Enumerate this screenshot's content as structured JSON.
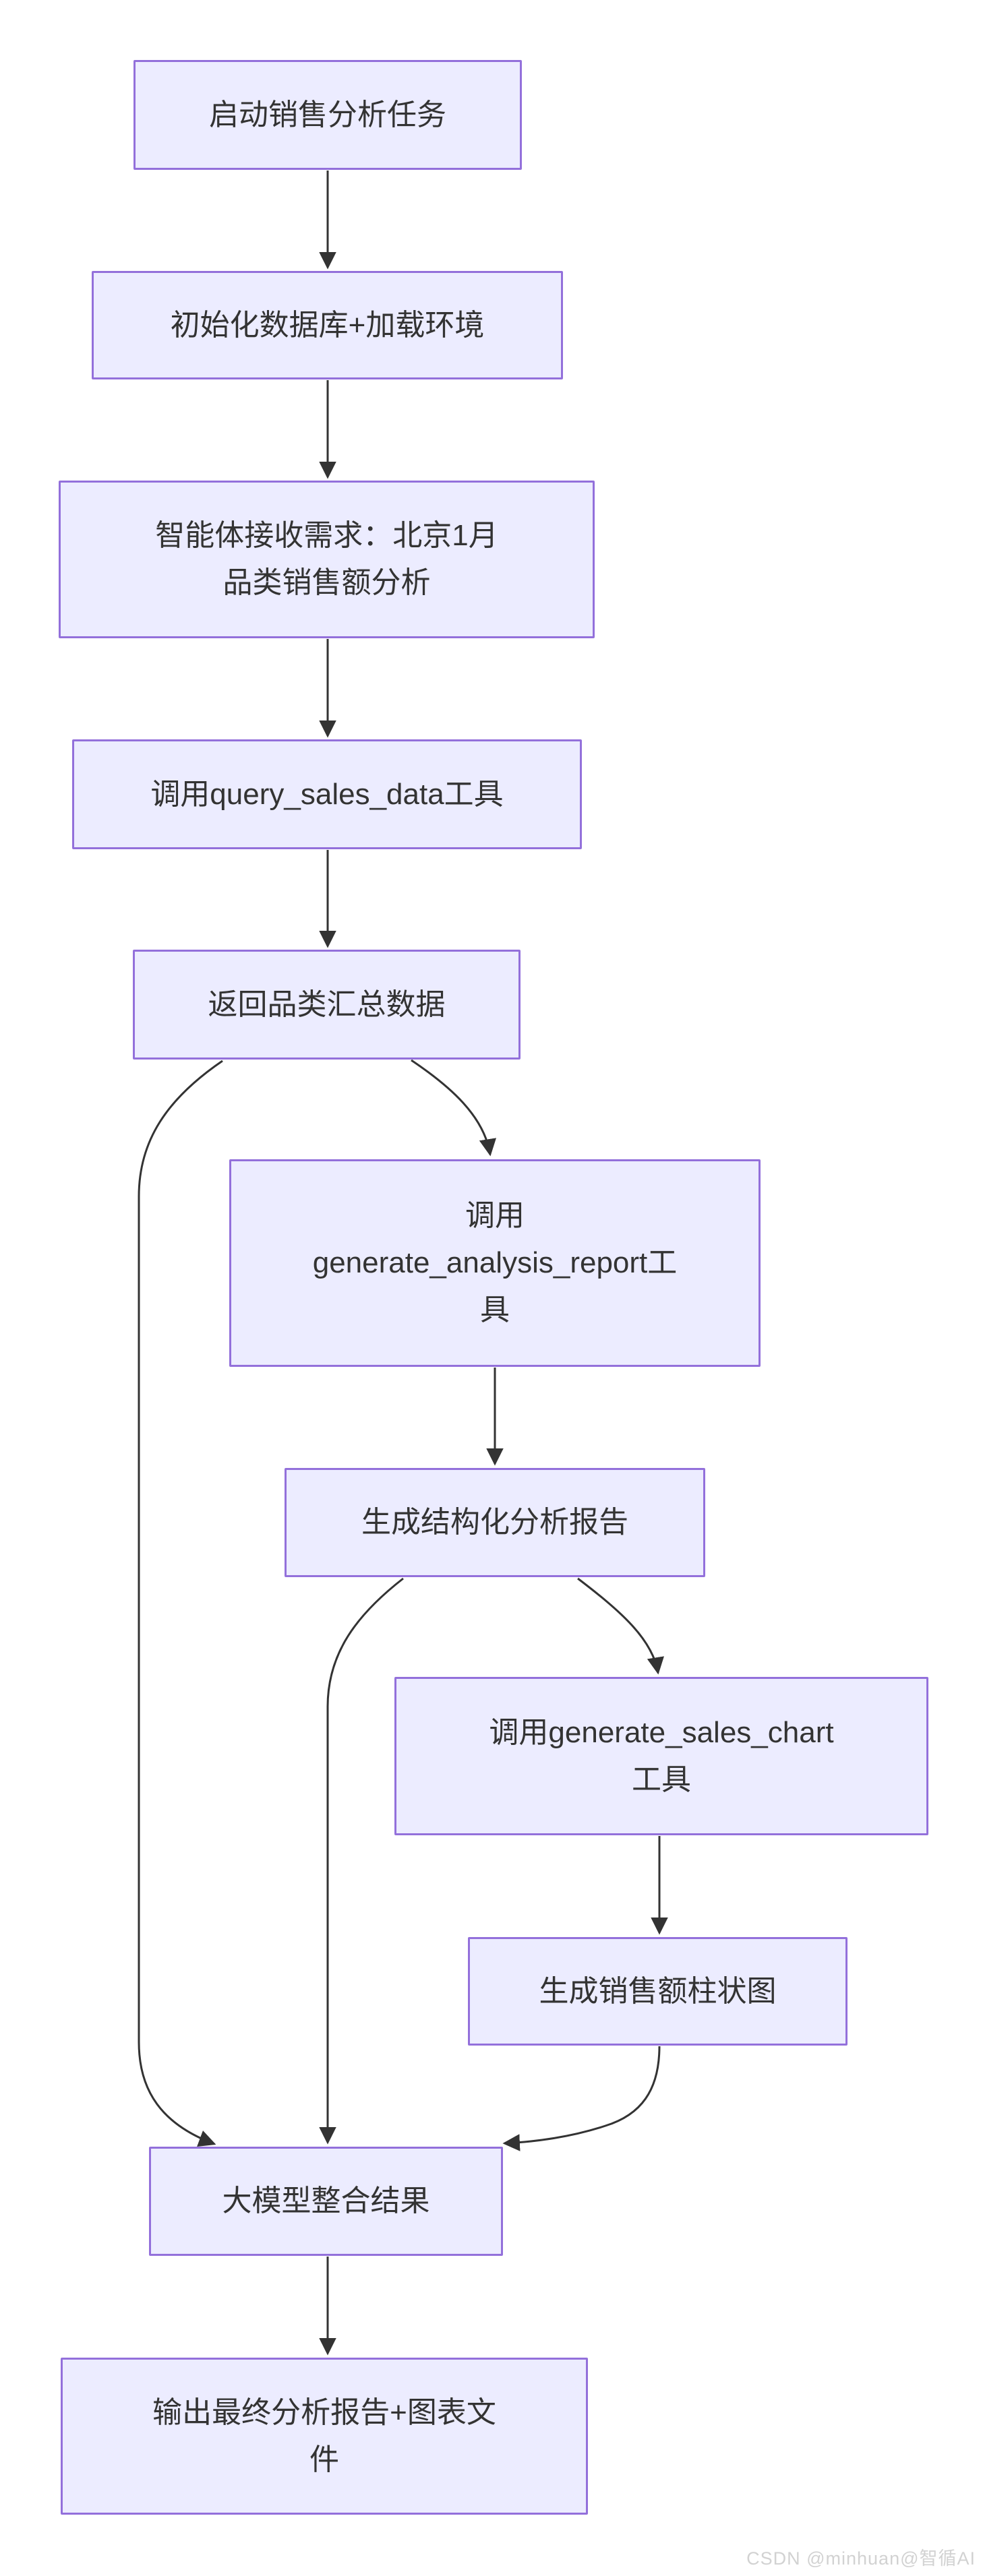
{
  "diagram": {
    "type": "flowchart",
    "direction": "top-down",
    "colors": {
      "node_fill": "#ECECFF",
      "node_border": "#9370DB",
      "edge": "#333333",
      "text": "#333333",
      "watermark_text_color": "#d2d2d2"
    },
    "nodes": [
      {
        "id": "start",
        "label": "启动销售分析任务"
      },
      {
        "id": "init",
        "label": "初始化数据库+加载环境"
      },
      {
        "id": "request",
        "label": "智能体接收需求：北京1月\n品类销售额分析"
      },
      {
        "id": "query-tool",
        "label": "调用query_sales_data工具"
      },
      {
        "id": "data",
        "label": "返回品类汇总数据"
      },
      {
        "id": "report-tool",
        "label": "调用\ngenerate_analysis_report工\n具"
      },
      {
        "id": "report",
        "label": "生成结构化分析报告"
      },
      {
        "id": "chart-tool",
        "label": "调用generate_sales_chart\n工具"
      },
      {
        "id": "chart",
        "label": "生成销售额柱状图"
      },
      {
        "id": "merge",
        "label": "大模型整合结果"
      },
      {
        "id": "output",
        "label": "输出最终分析报告+图表文\n件"
      }
    ],
    "edges": [
      {
        "from": "start",
        "to": "init"
      },
      {
        "from": "init",
        "to": "request"
      },
      {
        "from": "request",
        "to": "query-tool"
      },
      {
        "from": "query-tool",
        "to": "data"
      },
      {
        "from": "data",
        "to": "report-tool"
      },
      {
        "from": "data",
        "to": "merge"
      },
      {
        "from": "report-tool",
        "to": "report"
      },
      {
        "from": "report",
        "to": "chart-tool"
      },
      {
        "from": "report",
        "to": "merge"
      },
      {
        "from": "chart-tool",
        "to": "chart"
      },
      {
        "from": "chart",
        "to": "merge"
      },
      {
        "from": "merge",
        "to": "output"
      }
    ]
  },
  "watermark": {
    "text": "CSDN @minhuan@智循AI"
  }
}
